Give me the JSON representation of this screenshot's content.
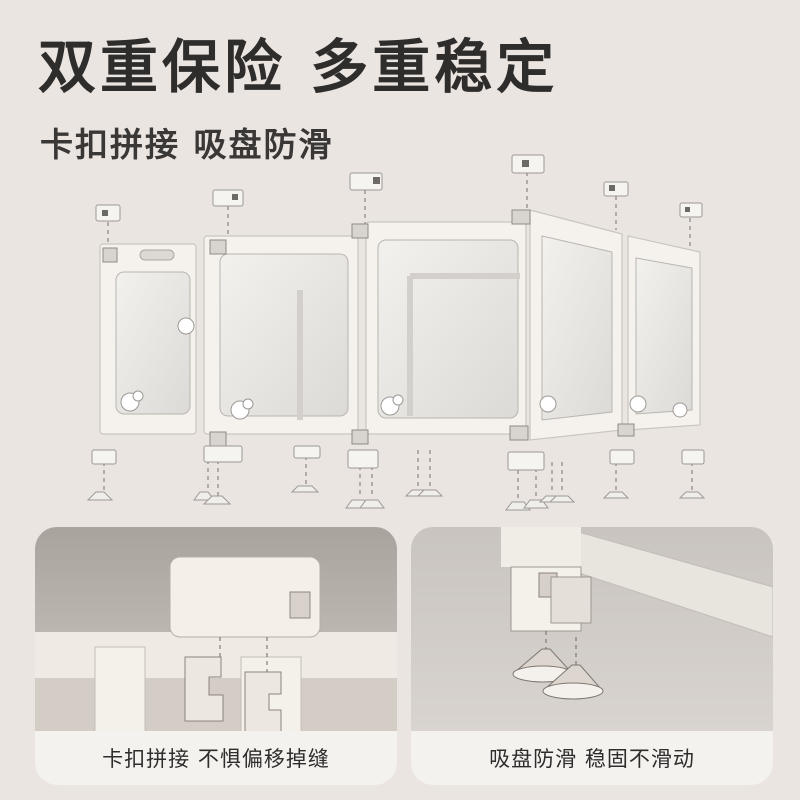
{
  "headline": "双重保险 多重稳定",
  "subheadline": "卡扣拼接 吸盘防滑",
  "detail_panels": [
    {
      "caption": "卡扣拼接 不惧偏移掉缝"
    },
    {
      "caption": "吸盘防滑 稳固不滑动"
    }
  ],
  "colors": {
    "background": "#ebe5e1",
    "text": "#2f2d2c",
    "frame": "#f4f1ec",
    "caption_bg": "#f4f2ef"
  }
}
